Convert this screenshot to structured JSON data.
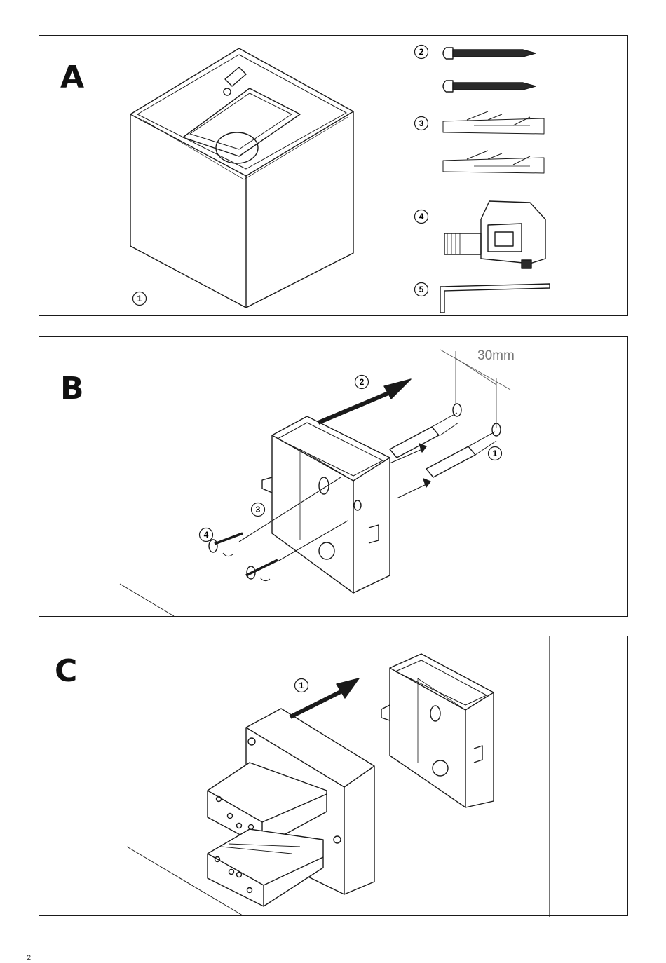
{
  "panels": {
    "a": {
      "letter": "A",
      "callouts": {
        "lamp": "1",
        "screws": "2",
        "plugs": "3",
        "connector": "4",
        "key": "5"
      }
    },
    "b": {
      "letter": "B",
      "dimension": "30mm",
      "callouts": {
        "drill": "1",
        "direction": "2",
        "plug": "3",
        "screw": "4"
      }
    },
    "c": {
      "letter": "C",
      "callouts": {
        "direction": "1"
      }
    }
  },
  "page_number": "2"
}
